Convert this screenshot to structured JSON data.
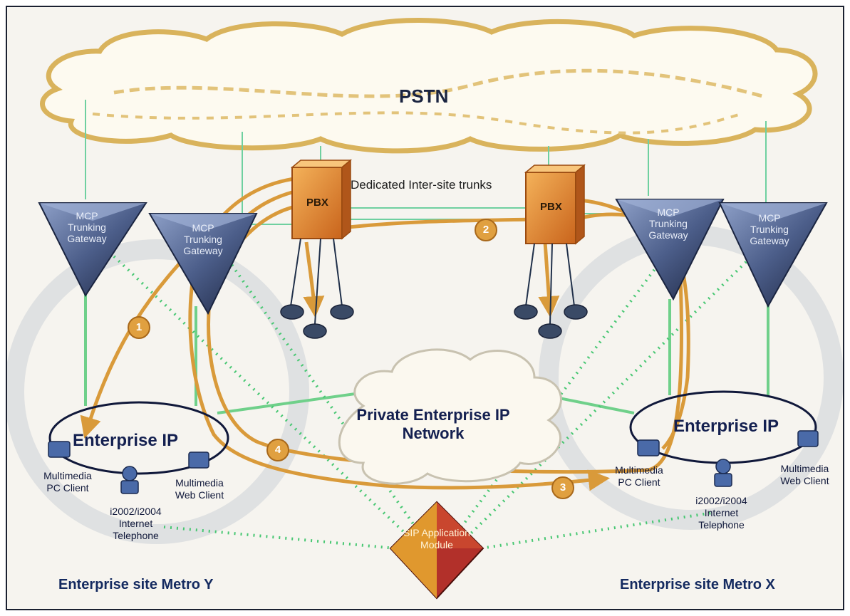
{
  "diagram": {
    "cloud_label": "PSTN",
    "trunks_label": "Dedicated Inter-site trunks",
    "pbx_label": "PBX",
    "gateway_label": "MCP Trunking Gateway",
    "enterprise_ip_label": "Enterprise IP",
    "private_network_label": "Private Enterprise IP Network",
    "sip_module_label": "SIP Application Module",
    "pc_client_label": "Multimedia PC Client",
    "web_client_label": "Multimedia Web Client",
    "phone_label": "i2002/i2004 Internet Telephone",
    "site_y_label": "Enterprise site Metro Y",
    "site_x_label": "Enterprise site Metro X",
    "call_paths": [
      "1",
      "2",
      "3",
      "4"
    ]
  },
  "colors": {
    "call_path": "#d99a3a",
    "green_link": "#6fd08a",
    "dotted_link": "#47c772",
    "gateway": "#4c5e8a",
    "pbx": "#e08a2c",
    "sip_orange": "#e0982e",
    "sip_red": "#b2302a"
  }
}
